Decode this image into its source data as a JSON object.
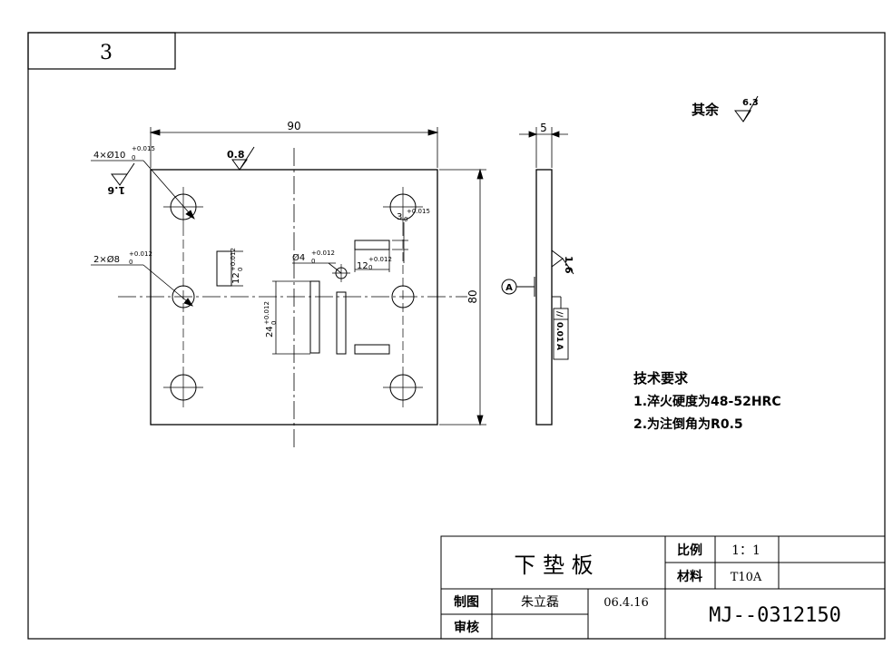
{
  "sheet_number": "3",
  "roughness_general": {
    "prefix": "其余",
    "value": "6.3"
  },
  "dimensions": {
    "width": "90",
    "height": "80",
    "thickness": "5",
    "hole_large": "4×Ø10",
    "hole_large_tol": "+0.015",
    "hole_large_tol_low": "0",
    "hole_small": "2×Ø8",
    "hole_small_tol": "+0.012",
    "hole_small_tol_low": "0",
    "pin": "Ø4",
    "pin_tol": "+0.012",
    "pin_tol_low": "0",
    "slot_v": "12",
    "slot_v_tol": "+0.012",
    "slot_v_tol_low": "0",
    "slot_h": "12",
    "slot_h_tol": "+0.012",
    "slot_h_tol_low": "0",
    "slot_24": "24",
    "slot_24_tol": "+0.012",
    "slot_24_tol_low": "0",
    "slot_3": "3",
    "slot_3_tol": "+0.015",
    "slot_3_tol_low": "0"
  },
  "roughness": {
    "top": "0.8",
    "left": "1.6",
    "side": "1.6"
  },
  "datum": "A",
  "geometric_tolerance": {
    "symbol": "//",
    "value": "0.01",
    "datum": "A"
  },
  "tech_requirements": {
    "title": "技术要求",
    "items": [
      "1.淬火硬度为48-52HRC",
      "2.为注倒角为R0.5"
    ]
  },
  "title_block": {
    "part_name": "下 垫 板",
    "scale_label": "比例",
    "scale_value": "1：1",
    "material_label": "材料",
    "material_value": "T10A",
    "drawn_label": "制图",
    "drawn_name": "朱立磊",
    "drawn_date": "06.4.16",
    "checked_label": "审核",
    "drawing_number": "MJ--0312150"
  }
}
